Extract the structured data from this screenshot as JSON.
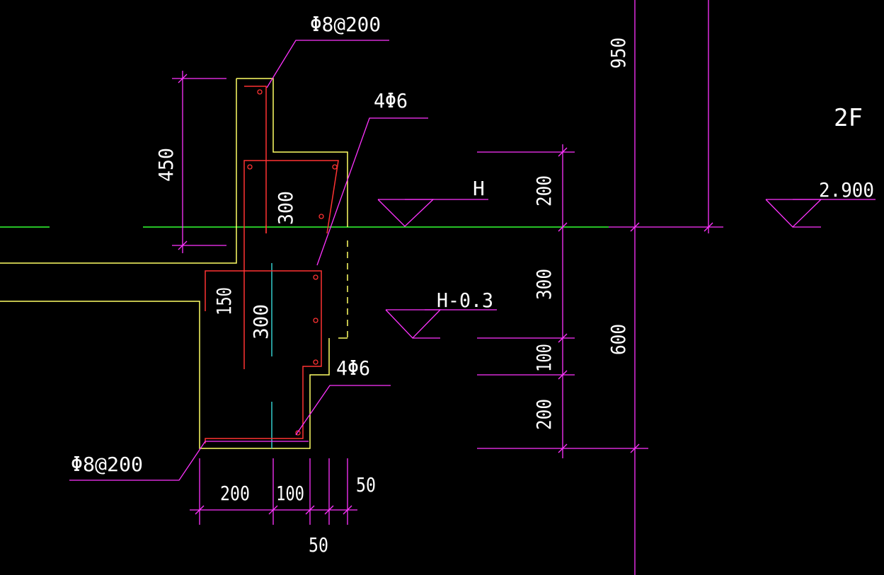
{
  "colors": {
    "background": "#000000",
    "concrete_outline": "#ffff66",
    "rebar": "#ff3333",
    "dimension": "#ff33ff",
    "text": "#ffffff",
    "floor_line": "#33ff33",
    "centerline": "#33cccc"
  },
  "labels": {
    "top_stirrup": "Φ8@200",
    "upper_bars": "4Φ6",
    "lower_bars": "4Φ6",
    "bottom_stirrup": "Φ8@200",
    "level_h": "H",
    "level_h_minus": "H-0.3",
    "level_value": "2.900",
    "floor_name": "2F"
  },
  "dimensions": {
    "curb_height": "450",
    "upper_beam_depth": "300",
    "lower_offset": "150",
    "lower_beam_depth": "300",
    "right_200_top": "200",
    "right_300": "300",
    "right_100": "100",
    "right_200_bottom": "200",
    "total_600": "600",
    "total_950": "950",
    "bottom_200": "200",
    "bottom_100": "100",
    "bottom_50_right": "50",
    "bottom_50_below": "50"
  }
}
